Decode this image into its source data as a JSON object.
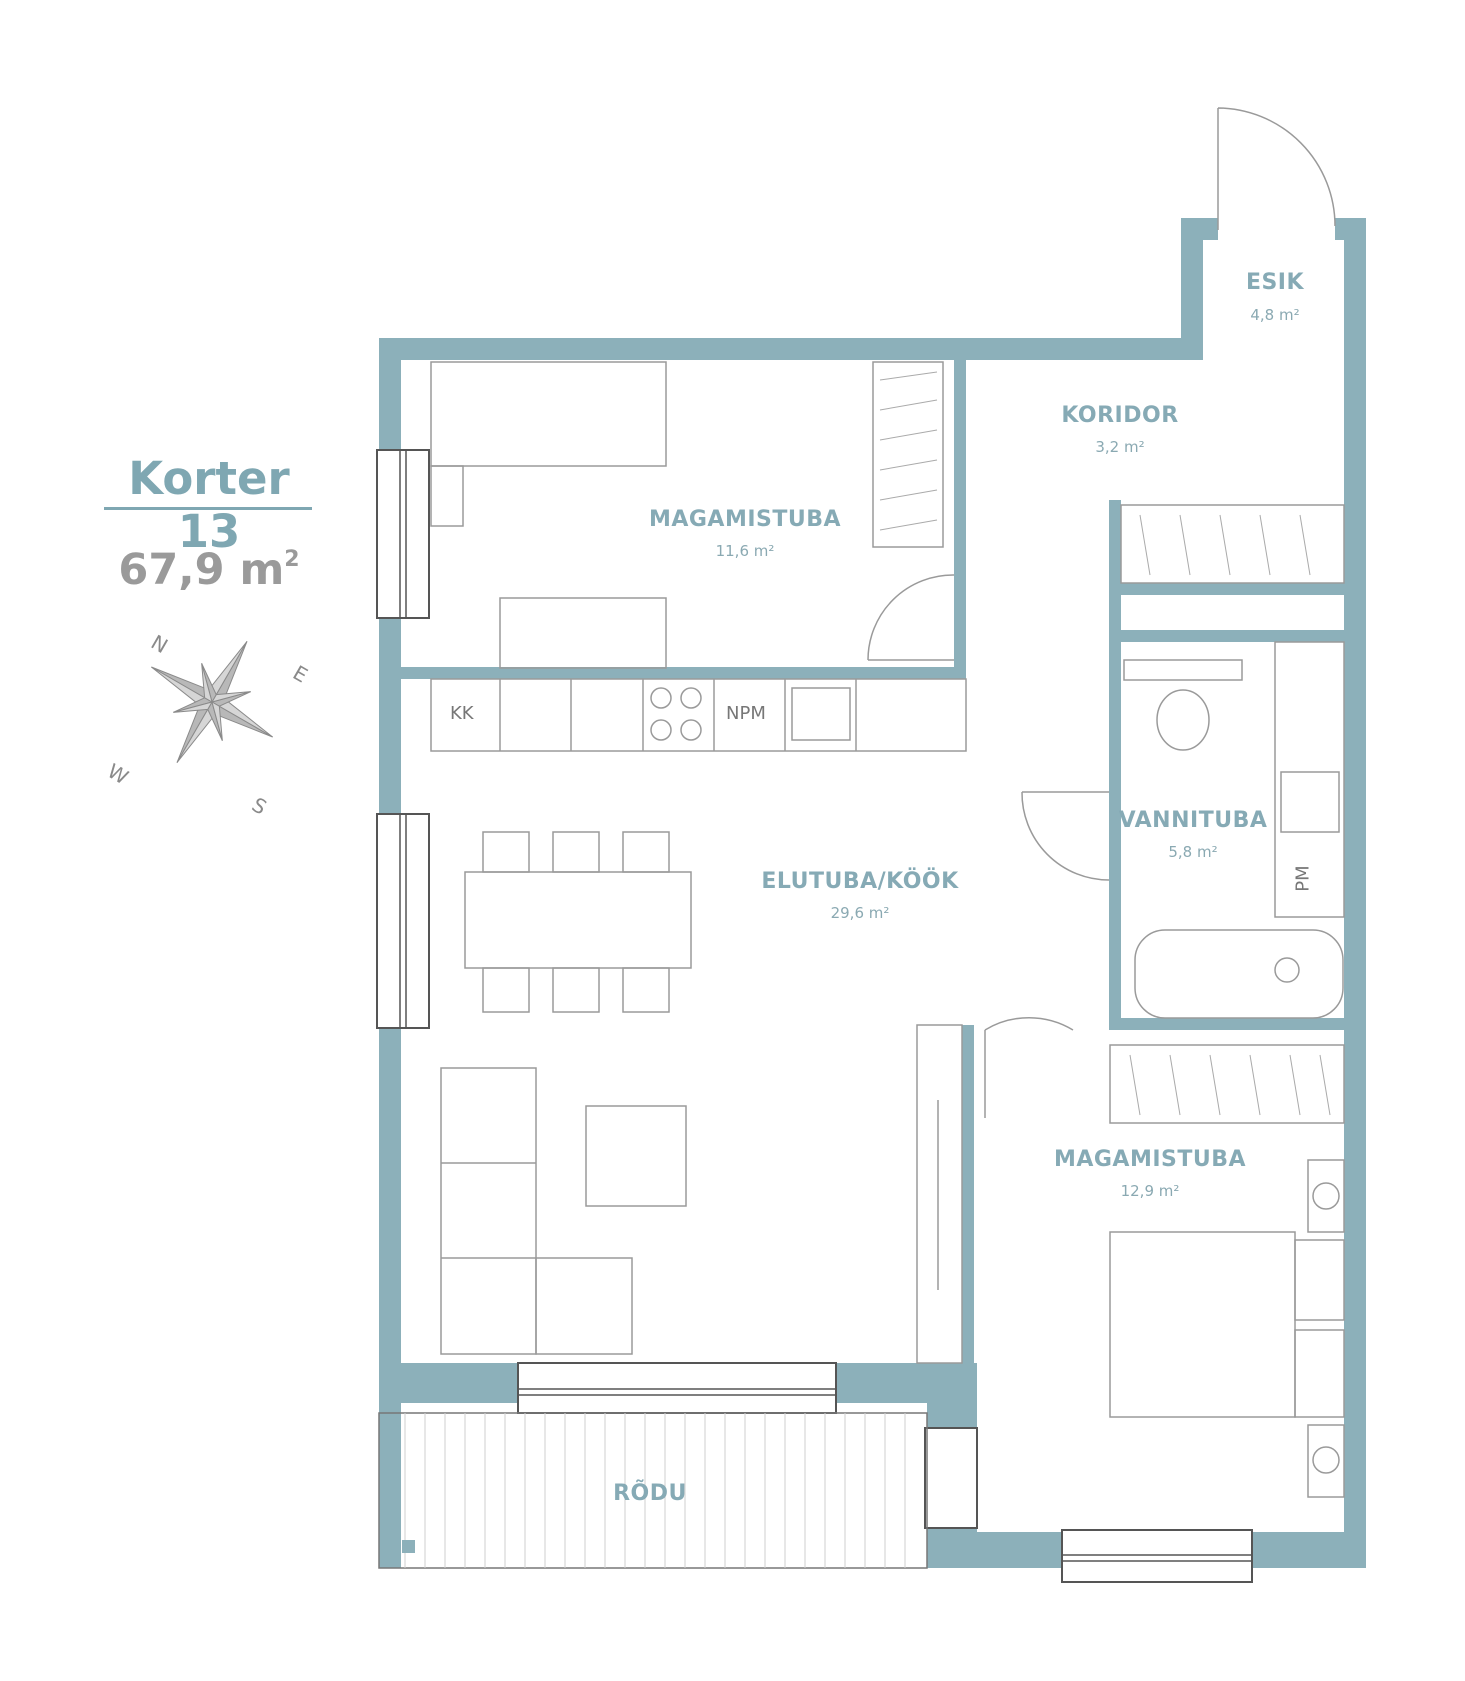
{
  "title": "Korter 13",
  "total_area": "67,9 m",
  "total_area_sup": "2",
  "compass": {
    "n": "N",
    "e": "E",
    "s": "S",
    "w": "W"
  },
  "rooms": {
    "esik": {
      "name": "ESIK",
      "area": "4,8 m²"
    },
    "koridor": {
      "name": "KORIDOR",
      "area": "3,2 m²"
    },
    "bedroom1": {
      "name": "MAGAMISTUBA",
      "area": "11,6 m²"
    },
    "living": {
      "name": "ELUTUBA/KÖÖK",
      "area": "29,6 m²"
    },
    "bath": {
      "name": "VANNITUBA",
      "area": "5,8 m²"
    },
    "bedroom2": {
      "name": "MAGAMISTUBA",
      "area": "12,9 m²"
    },
    "balcony": {
      "name": "RÕDU"
    }
  },
  "fixtures": {
    "kk": "KK",
    "npm": "NPM",
    "pm": "PM"
  },
  "colors": {
    "wall": "#8cb0ba",
    "line": "#9a9a9a",
    "label": "#86aab5"
  }
}
